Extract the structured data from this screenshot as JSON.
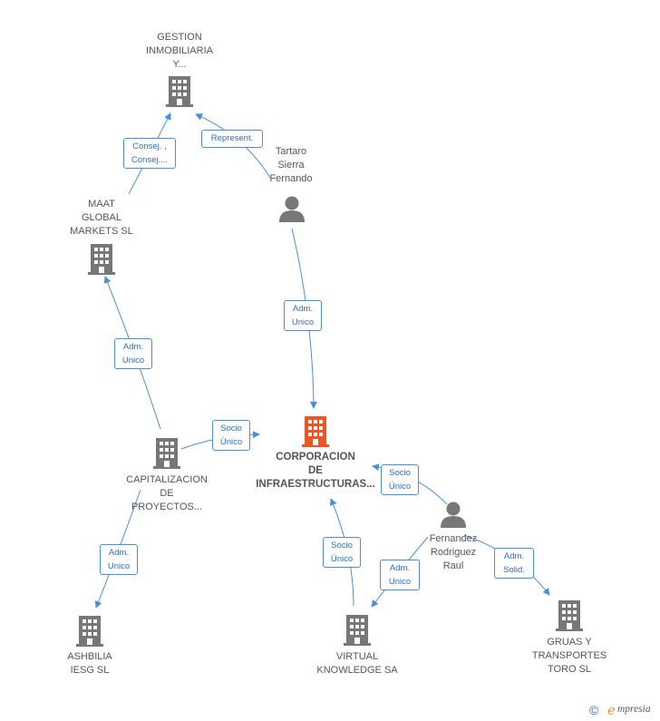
{
  "colors": {
    "edge": "#4a90d9",
    "node": "#777777",
    "main": "#ee5522",
    "badge_text": "#2f6fb8"
  },
  "nodes": {
    "gestion": {
      "label": "GESTION\nINMOBILIARIA\nY...",
      "icon": "building-icon"
    },
    "maat": {
      "label": "MAAT\nGLOBAL\nMARKETS SL",
      "icon": "building-icon"
    },
    "tartaro": {
      "label": "Tartaro\nSierra\nFernando",
      "icon": "person-icon"
    },
    "corporacion": {
      "label": "CORPORACION\nDE\nINFRAESTRUCTURAS...",
      "icon": "building-icon"
    },
    "capitalizacion": {
      "label": "CAPITALIZACION\nDE\nPROYECTOS...",
      "icon": "building-icon"
    },
    "fernandez": {
      "label": "Fernandez\nRodriguez\nRaul",
      "icon": "person-icon"
    },
    "ashbilia": {
      "label": "ASHBILIA\nIESG SL",
      "icon": "building-icon"
    },
    "virtual": {
      "label": "VIRTUAL\nKNOWLEDGE SA",
      "icon": "building-icon"
    },
    "gruas": {
      "label": "GRUAS Y\nTRANSPORTES\nTORO SL",
      "icon": "building-icon"
    }
  },
  "edges": {
    "maat_gestion": "Consej. ,\nConsej....",
    "tartaro_gestion": "Represent.",
    "tartaro_corporacion": "Adm.\nUnico",
    "capitalizacion_maat": "Adm.\nUnico",
    "capitalizacion_corporacion": "Socio\nÚnico",
    "fernandez_corporacion": "Socio\nÚnico",
    "capitalizacion_ashbilia": "Adm.\nUnico",
    "virtual_corporacion": "Socio\nÚnico",
    "fernandez_virtual": "Adm.\nUnico",
    "fernandez_gruas": "Adm.\nSolid."
  },
  "footer": {
    "copyright": "©",
    "brand_initial": "e",
    "brand_rest": "mpresia"
  }
}
